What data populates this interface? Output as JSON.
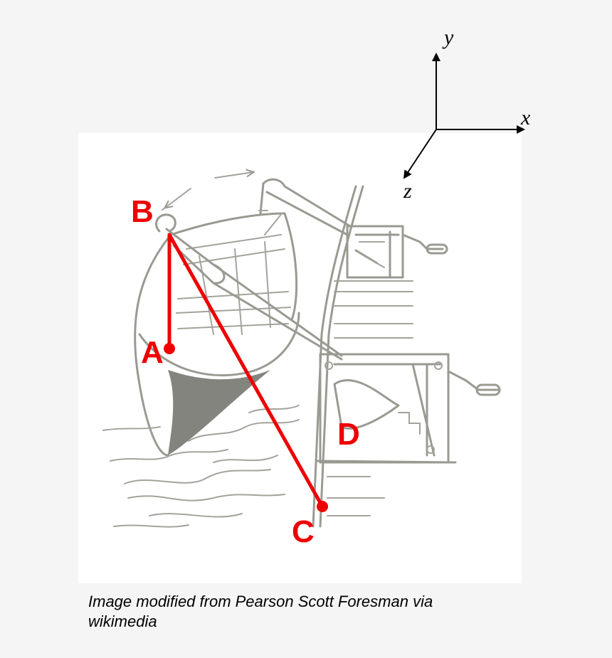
{
  "figure": {
    "points": {
      "A": "A",
      "B": "B",
      "C": "C",
      "D": "D"
    },
    "axes": {
      "x": "x",
      "y": "y",
      "z": "z"
    },
    "colors": {
      "page_background": "#f5f5f5",
      "panel_background": "#ffffff",
      "sketch": "#9a9a92",
      "vector_red": "#ee0000",
      "axis": "#000000"
    },
    "illustration": "boat-davit-winch-sketch-icon"
  },
  "caption": {
    "line1": "Image modified from Pearson Scott Foresman via",
    "line2": "wikimedia"
  }
}
